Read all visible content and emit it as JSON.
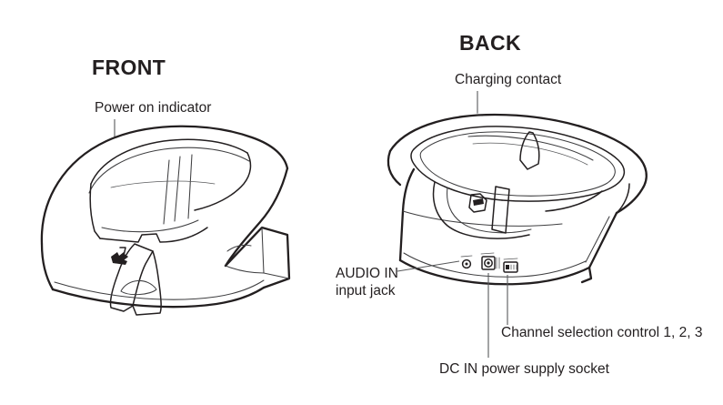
{
  "document": {
    "type": "product-line-art-diagram",
    "background_color": "#ffffff",
    "ink_color": "#231f20",
    "leader_line_color": "#58595b"
  },
  "views": {
    "front": {
      "heading": "FRONT",
      "callouts": [
        {
          "id": "power-on-indicator",
          "label": "Power on indicator",
          "leader": "vertical line from label down to LED symbol on cradle front"
        }
      ]
    },
    "back": {
      "heading": "BACK",
      "callouts": [
        {
          "id": "charging-contact",
          "label": "Charging contact",
          "leader": "vertical line from label down into cradle well"
        },
        {
          "id": "audio-in-input-jack",
          "label_line_1": "AUDIO IN",
          "label_line_2": "input jack",
          "leader": "diagonal line from label up-right to left connector"
        },
        {
          "id": "channel-selection-control",
          "label": "Channel selection control 1, 2, 3",
          "leader": "vertical line from right connector down to label"
        },
        {
          "id": "dc-in-power-supply-socket",
          "label": "DC IN power supply socket",
          "leader": "vertical line from center connector down to label"
        }
      ]
    }
  },
  "connectors": [
    {
      "id": "audio-in-jack",
      "symbol": "small-round-jack"
    },
    {
      "id": "dc-in-socket",
      "symbol": "barrel-power-socket"
    },
    {
      "id": "channel-switch",
      "symbol": "slide-switch-1-2-3"
    }
  ]
}
